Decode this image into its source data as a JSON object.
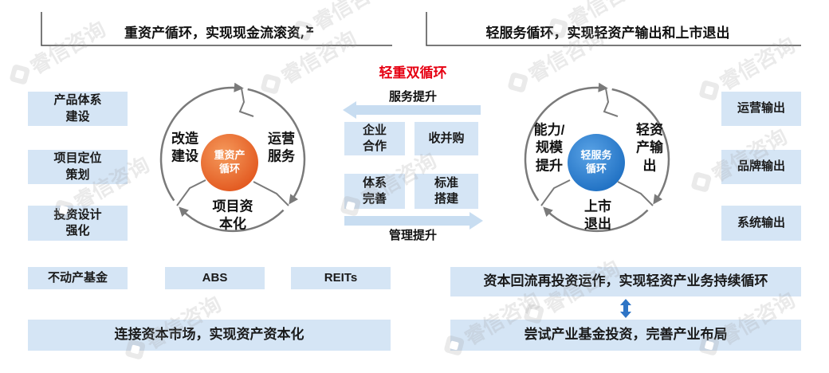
{
  "headers": {
    "heavy": "重资产循环，实现现金流滚资产",
    "light": "轻服务循环，实现轻资产输出和上市退出"
  },
  "left_column": [
    "产品体系\n建设",
    "项目定位\n策划",
    "投资设计\n强化"
  ],
  "capital_row": [
    "不动产基金",
    "ABS",
    "REITs"
  ],
  "capital_banner": "连接资本市场，实现资产资本化",
  "heavy_cycle": {
    "core": "重资产\n循环",
    "stage_left": "改造\n建设",
    "stage_right": "运营\n服务",
    "stage_bottom": "项目资\n本化"
  },
  "dual_cycle": {
    "title": "轻重双循环",
    "top_flow": "服务提升",
    "bottom_flow": "管理提升",
    "levers": [
      "企业\n合作",
      "收并购",
      "体系\n完善",
      "标准\n搭建"
    ]
  },
  "light_cycle": {
    "core": "轻服务\n循环",
    "stage_left": "能力/\n规模\n提升",
    "stage_right": "轻资\n产输\n出",
    "stage_bottom": "上市\n退出"
  },
  "right_column": [
    "运营输出",
    "品牌输出",
    "系统输出"
  ],
  "reinvest_banner": "资本回流再投资运作，实现轻资产业务持续循环",
  "fund_banner": "尝试产业基金投资，完善产业布局",
  "watermark": "睿信咨询",
  "icons": {
    "top_flow": "arrow-left-icon",
    "bottom_flow": "arrow-right-icon",
    "banner_link": "double-arrow-vertical-icon",
    "watermark_logo": "ruixin-logo-icon"
  },
  "colors": {
    "box_fill": "#d5e5f5",
    "heavy_core": "#e2571e",
    "light_core": "#1e6fc2",
    "title_red": "#e60012",
    "flow_arrow": "#c8ddf1",
    "link_arrow": "#2e75c6"
  }
}
